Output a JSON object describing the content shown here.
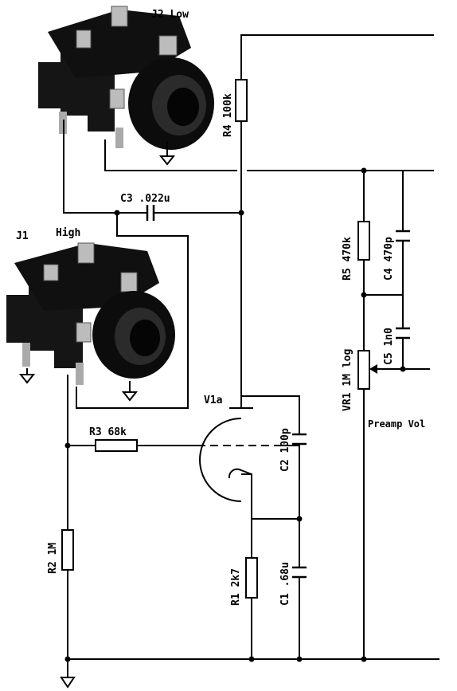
{
  "jacks": {
    "j2": {
      "ref": "J2",
      "name": "Low"
    },
    "j1": {
      "ref": "J1",
      "name": "High"
    }
  },
  "components": {
    "c3": "C3 .022u",
    "r4": "R4 100k",
    "r5": "R5 470k",
    "c4": "C4 470p",
    "c5": "C5 1n0",
    "vr1": "VR1 1M log",
    "preamp_vol": "Preamp Vol",
    "v1a": "V1a",
    "c2": "C2 100p",
    "r3": "R3 68k",
    "r2": "R2 1M",
    "r1": "R1 2k7",
    "c1": "C1 .68u"
  },
  "colors": {
    "wire": "#000000",
    "jack_body": "#111111",
    "jack_metal": "#c9c9c9"
  }
}
